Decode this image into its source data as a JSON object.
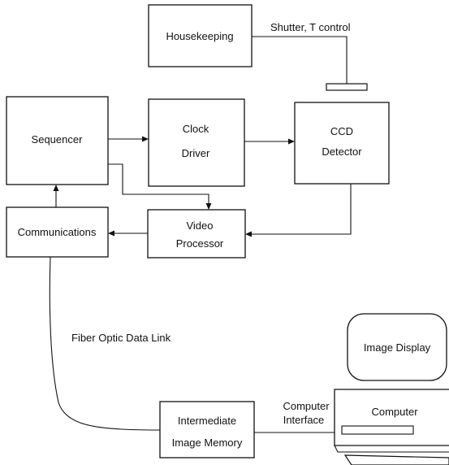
{
  "blocks": {
    "housekeeping": "Housekeeping",
    "sequencer": "Sequencer",
    "clock_driver": [
      "Clock",
      "Driver"
    ],
    "ccd_detector": [
      "CCD",
      "Detector"
    ],
    "communications": "Communications",
    "video_processor": [
      "Video",
      "Processor"
    ],
    "image_display": "Image Display",
    "computer": "Computer",
    "computer_interface": [
      "Computer",
      "Interface"
    ],
    "intermediate_memory": [
      "Intermediate",
      "Image Memory"
    ]
  },
  "labels": {
    "shutter_control": "Shutter, T control",
    "fiber_link": "Fiber Optic Data Link"
  }
}
